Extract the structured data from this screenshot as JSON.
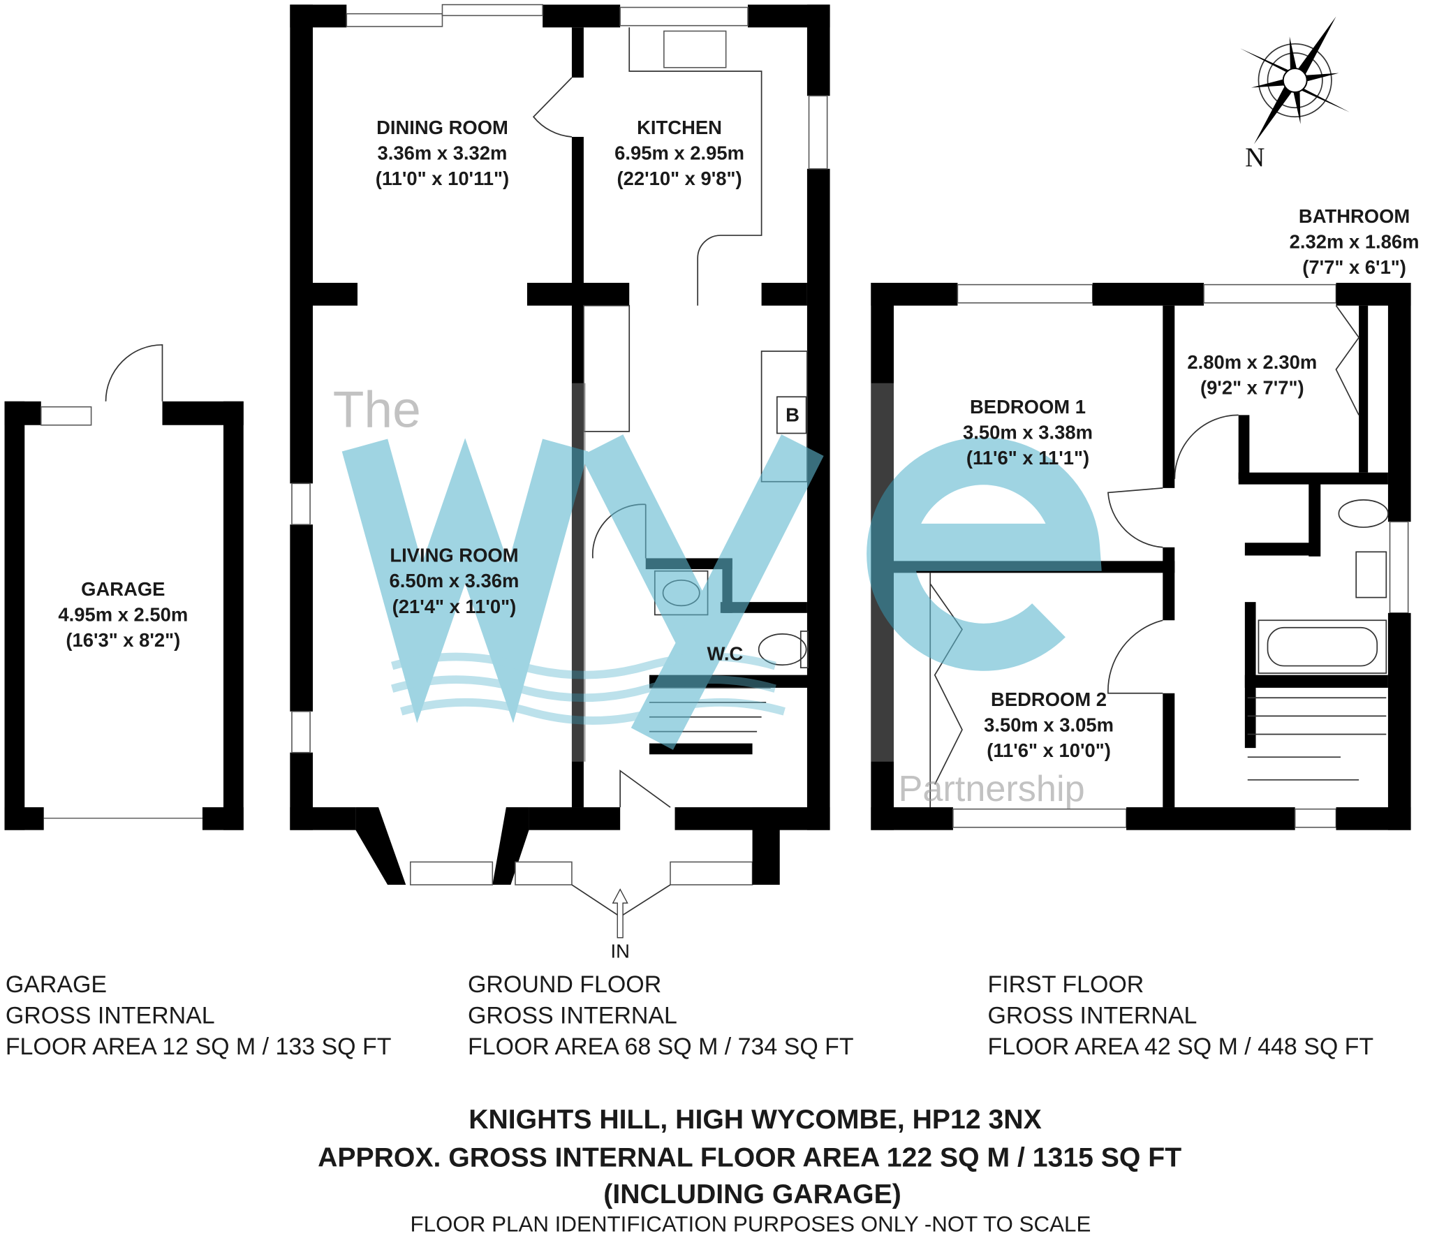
{
  "compass": {
    "north_label": "N"
  },
  "rooms": {
    "dining": {
      "name": "DINING ROOM",
      "metric": "3.36m x 3.32m",
      "imperial": "(11'0\" x 10'11\")"
    },
    "kitchen": {
      "name": "KITCHEN",
      "metric": "6.95m x 2.95m",
      "imperial": "(22'10\" x 9'8\")"
    },
    "living": {
      "name": "LIVING ROOM",
      "metric": "6.50m x 3.36m",
      "imperial": "(21'4\" x 11'0\")"
    },
    "garage": {
      "name": "GARAGE",
      "metric": "4.95m x 2.50m",
      "imperial": "(16'3\" x 8'2\")"
    },
    "wc": {
      "name": "W.C"
    },
    "boiler": {
      "name": "B"
    },
    "bathroom": {
      "name": "BATHROOM",
      "metric": "2.32m x 1.86m",
      "imperial": "(7'7\" x 6'1\")"
    },
    "bedroom3": {
      "metric": "2.80m x 2.30m",
      "imperial": "(9'2\" x 7'7\")"
    },
    "bedroom1": {
      "name": "BEDROOM 1",
      "metric": "3.50m x 3.38m",
      "imperial": "(11'6\" x 11'1\")"
    },
    "bedroom2": {
      "name": "BEDROOM 2",
      "metric": "3.50m x 3.05m",
      "imperial": "(11'6\" x 10'0\")"
    }
  },
  "entrance_label": "IN",
  "watermark": {
    "the": "The",
    "brand": "wye",
    "partnership": "Partnership",
    "brand_color": "#5fb8cf"
  },
  "areas": {
    "garage": {
      "line1": "GARAGE",
      "line2": "GROSS INTERNAL",
      "line3": "FLOOR AREA 12 SQ M / 133 SQ FT"
    },
    "ground": {
      "line1": "GROUND FLOOR",
      "line2": "GROSS INTERNAL",
      "line3": "FLOOR AREA 68 SQ M / 734 SQ FT"
    },
    "first": {
      "line1": "FIRST FLOOR",
      "line2": "GROSS INTERNAL",
      "line3": "FLOOR AREA 42 SQ M / 448 SQ FT"
    }
  },
  "footer": {
    "address": "KNIGHTS HILL, HIGH WYCOMBE, HP12 3NX",
    "total": "APPROX. GROSS INTERNAL FLOOR AREA 122 SQ M / 1315 SQ FT",
    "including": "(INCLUDING GARAGE)",
    "disclaimer": "FLOOR PLAN IDENTIFICATION PURPOSES ONLY -NOT TO SCALE"
  }
}
